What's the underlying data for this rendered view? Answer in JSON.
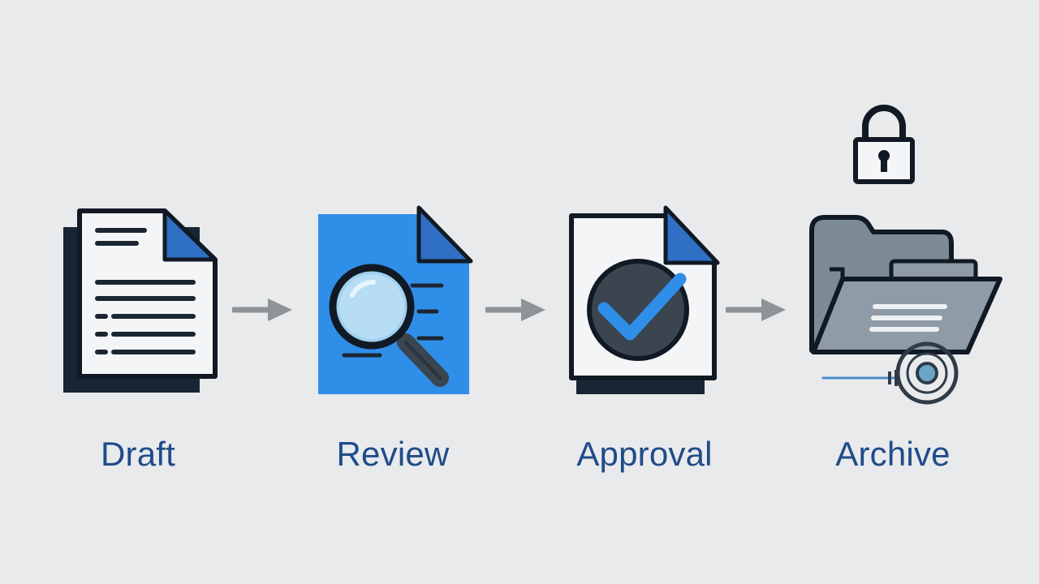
{
  "steps": [
    {
      "label": "Draft",
      "icon": "draft-document-icon"
    },
    {
      "label": "Review",
      "icon": "review-magnifier-document-icon"
    },
    {
      "label": "Approval",
      "icon": "approval-checkmark-document-icon"
    },
    {
      "label": "Archive",
      "icon": "archive-folder-lock-icon"
    }
  ],
  "colors": {
    "background": "#e8eaec",
    "label_text": "#1f4b8a",
    "outline": "#111a24",
    "accent_blue": "#2f8fe8",
    "corner_blue": "#2f6fc4",
    "arrow_gray": "#8e9396",
    "folder_gray": "#7d8b97"
  }
}
